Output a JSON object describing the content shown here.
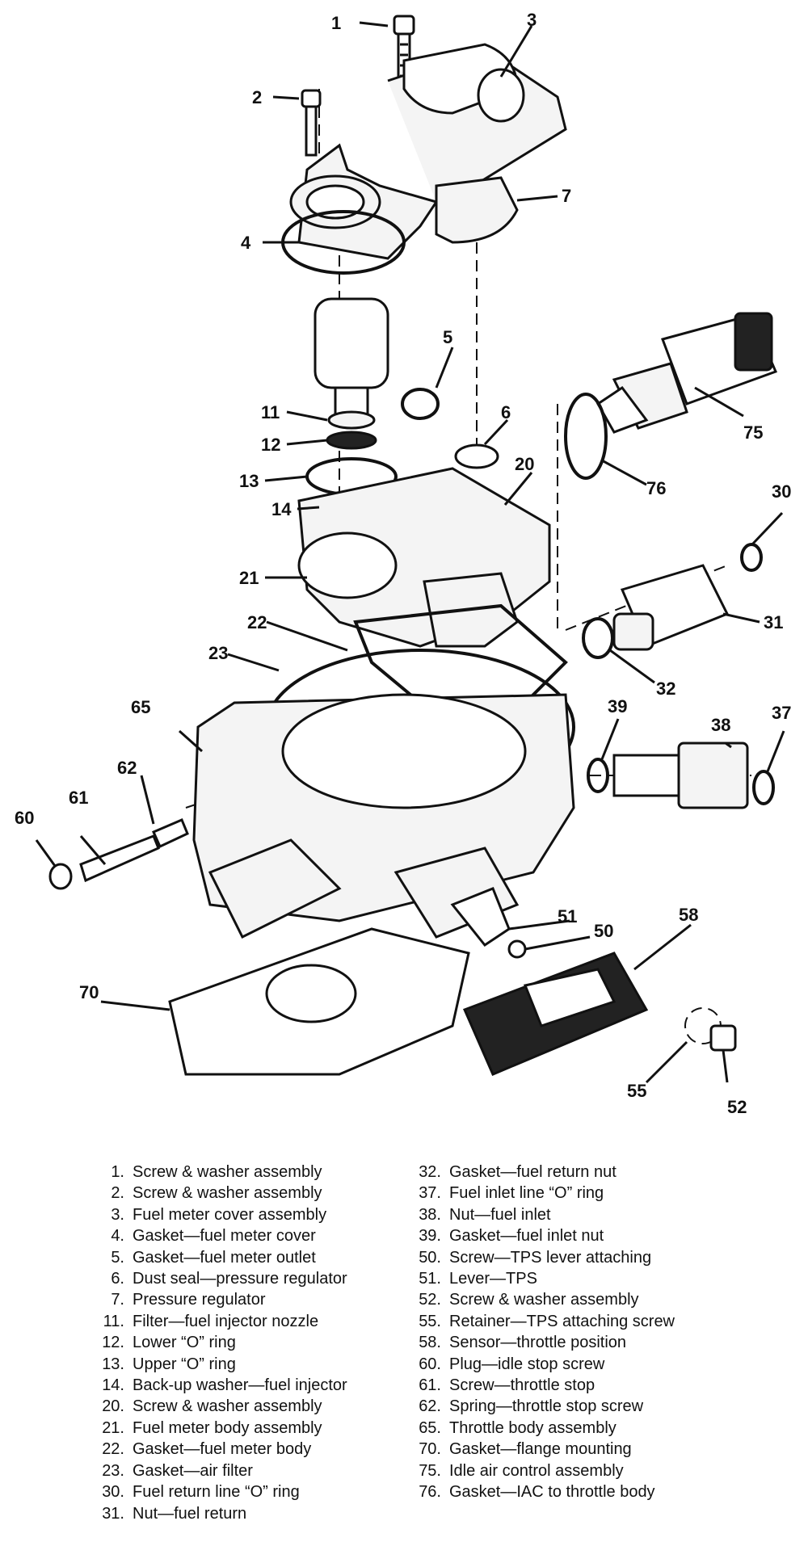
{
  "callouts": [
    "1",
    "2",
    "3",
    "4",
    "5",
    "6",
    "7",
    "11",
    "12",
    "13",
    "14",
    "20",
    "21",
    "22",
    "23",
    "30",
    "31",
    "32",
    "37",
    "38",
    "39",
    "50",
    "51",
    "52",
    "55",
    "58",
    "60",
    "61",
    "62",
    "65",
    "70",
    "75",
    "76"
  ],
  "legend_left": [
    {
      "num": "1.",
      "text": "Screw & washer assembly"
    },
    {
      "num": "2.",
      "text": "Screw & washer assembly"
    },
    {
      "num": "3.",
      "text": "Fuel meter cover assembly"
    },
    {
      "num": "4.",
      "text": "Gasket—fuel meter cover"
    },
    {
      "num": "5.",
      "text": "Gasket—fuel meter outlet"
    },
    {
      "num": "6.",
      "text": "Dust seal—pressure regulator"
    },
    {
      "num": "7.",
      "text": "Pressure regulator"
    },
    {
      "num": "11.",
      "text": "Filter—fuel injector nozzle"
    },
    {
      "num": "12.",
      "text": "Lower “O” ring"
    },
    {
      "num": "13.",
      "text": "Upper “O” ring"
    },
    {
      "num": "14.",
      "text": "Back-up washer—fuel injector"
    },
    {
      "num": "20.",
      "text": "Screw & washer assembly"
    },
    {
      "num": "21.",
      "text": "Fuel meter body assembly"
    },
    {
      "num": "22.",
      "text": "Gasket—fuel meter body"
    },
    {
      "num": "23.",
      "text": "Gasket—air filter"
    },
    {
      "num": "30.",
      "text": "Fuel return line “O” ring"
    },
    {
      "num": "31.",
      "text": "Nut—fuel return"
    }
  ],
  "legend_right": [
    {
      "num": "32.",
      "text": "Gasket—fuel return nut"
    },
    {
      "num": "37.",
      "text": "Fuel inlet line “O” ring"
    },
    {
      "num": "38.",
      "text": "Nut—fuel inlet"
    },
    {
      "num": "39.",
      "text": "Gasket—fuel inlet nut"
    },
    {
      "num": "50.",
      "text": "Screw—TPS lever attaching"
    },
    {
      "num": "51.",
      "text": "Lever—TPS"
    },
    {
      "num": "52.",
      "text": "Screw & washer assembly"
    },
    {
      "num": "55.",
      "text": "Retainer—TPS attaching screw"
    },
    {
      "num": "58.",
      "text": "Sensor—throttle position"
    },
    {
      "num": "60.",
      "text": "Plug—idle stop screw"
    },
    {
      "num": "61.",
      "text": "Screw—throttle stop"
    },
    {
      "num": "62.",
      "text": "Spring—throttle stop screw"
    },
    {
      "num": "65.",
      "text": "Throttle body assembly"
    },
    {
      "num": "70.",
      "text": "Gasket—flange mounting"
    },
    {
      "num": "75.",
      "text": "Idle air control assembly"
    },
    {
      "num": "76.",
      "text": "Gasket—IAC to throttle body"
    }
  ]
}
